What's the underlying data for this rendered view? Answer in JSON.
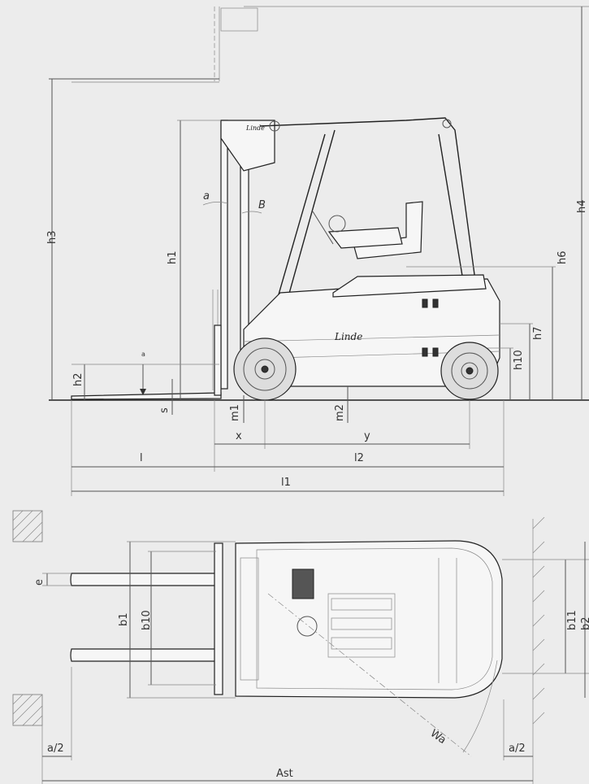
{
  "labels": {
    "h3": "h3",
    "h1": "h1",
    "h2": "h2",
    "h4": "h4",
    "h6": "h6",
    "h7": "h7",
    "h10": "h10",
    "alpha": "a",
    "beta": "B",
    "s": "s",
    "m1": "m1",
    "m2": "m2",
    "x": "x",
    "y": "y",
    "l": "l",
    "l2": "l2",
    "l1": "l1",
    "e": "e",
    "b1": "b1",
    "b10": "b10",
    "b11": "b11",
    "b2": "b2",
    "wa": "Wa",
    "a_half_left": "a/2",
    "a_half_right": "a/2",
    "ast": "Ast"
  },
  "brand": {
    "logo_text": "Linde"
  },
  "colors": {
    "background": "#ececec",
    "line": "#222222",
    "dimension": "#555555"
  }
}
